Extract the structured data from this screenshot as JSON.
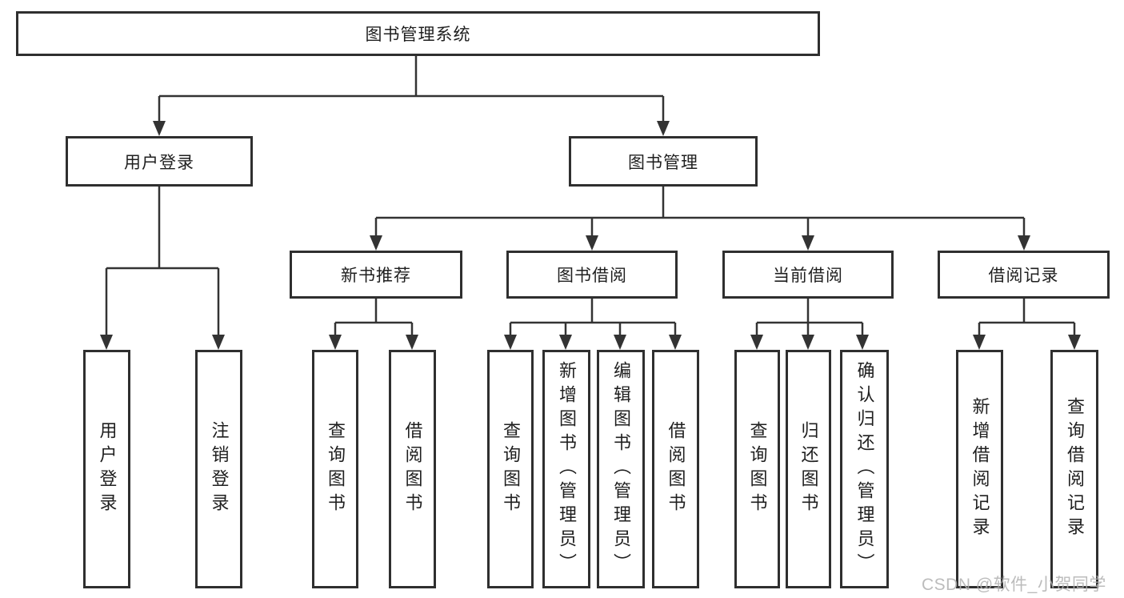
{
  "watermark": "CSDN @软件_小贺同学",
  "tree": {
    "root": "图书管理系统",
    "user_login": {
      "label": "用户登录",
      "children": [
        "用户登录",
        "注销登录"
      ]
    },
    "book_mgmt": {
      "label": "图书管理",
      "groups": [
        {
          "label": "新书推荐",
          "children": [
            "查询图书",
            "借阅图书"
          ]
        },
        {
          "label": "图书借阅",
          "children": [
            "查询图书",
            "新增图书（管理员）",
            "编辑图书（管理员）",
            "借阅图书"
          ]
        },
        {
          "label": "当前借阅",
          "children": [
            "查询图书",
            "归还图书",
            "确认归还（管理员）"
          ]
        },
        {
          "label": "借阅记录",
          "children": [
            "新增借阅记录",
            "查询借阅记录"
          ]
        }
      ]
    }
  }
}
